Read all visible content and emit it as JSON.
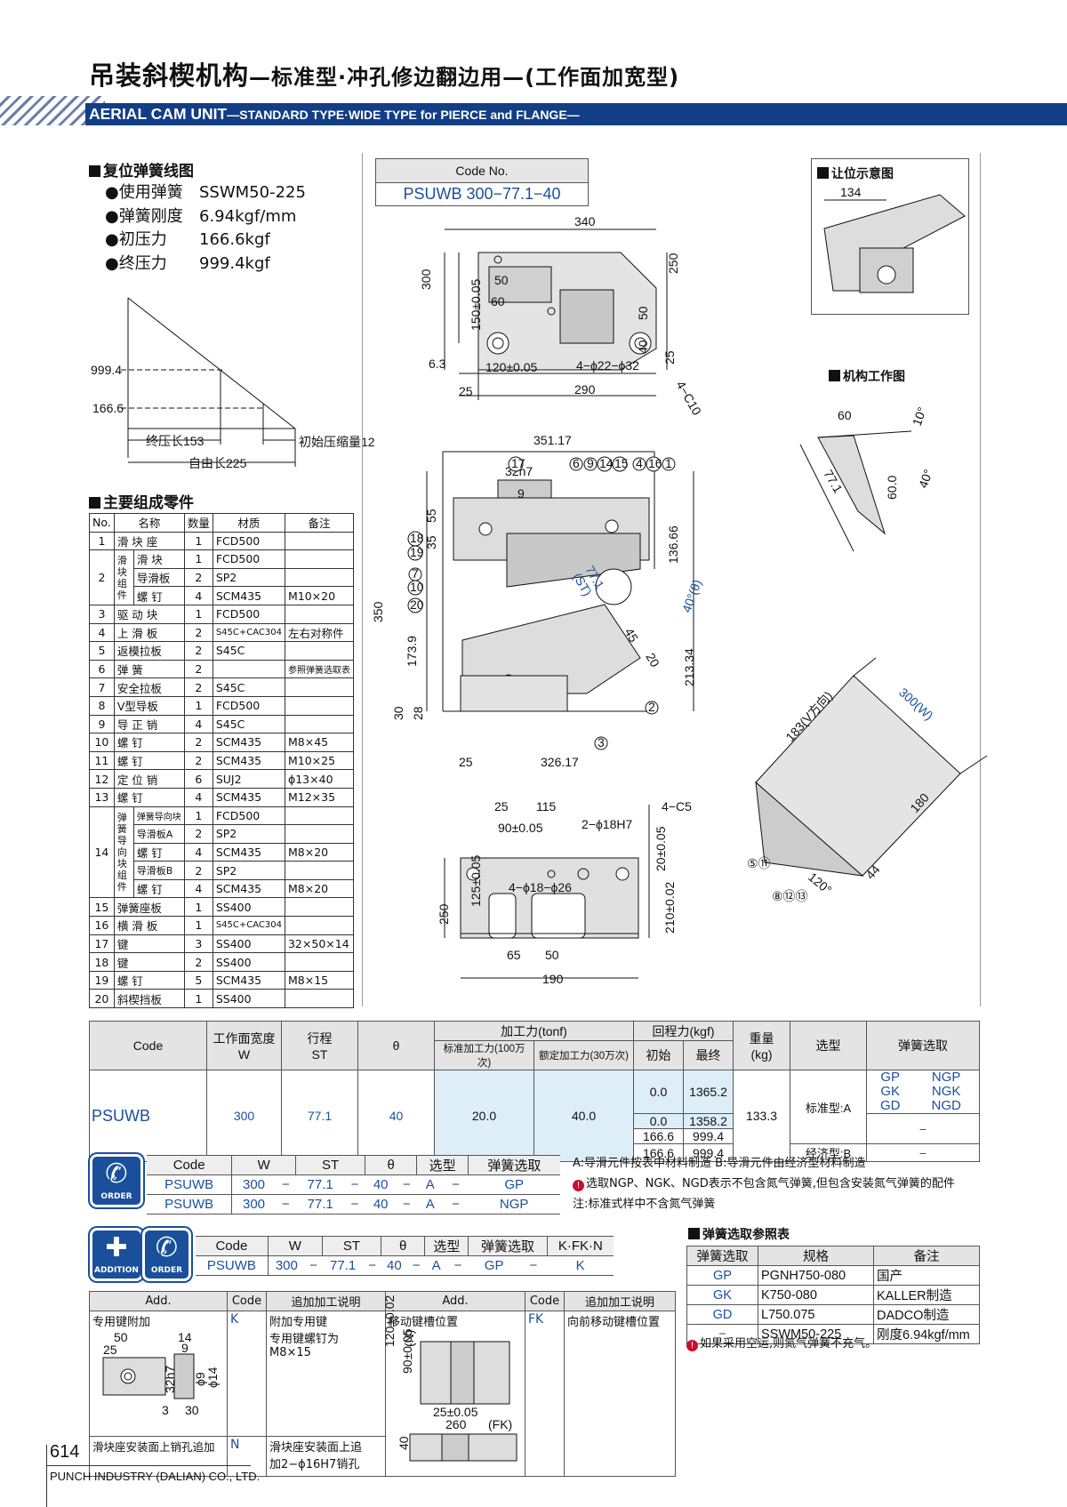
{
  "header": {
    "title_cn": "吊装斜楔机构",
    "title_cn_rest": "—标准型·冲孔修边翻边用—(工作面加宽型)",
    "title_en": "AERIAL CAM UNIT",
    "title_en_rest": "—STANDARD TYPE·WIDE TYPE for PIERCE and FLANGE—"
  },
  "spring_section": {
    "title": "复位弹簧线图",
    "items": [
      {
        "k": "●使用弹簧",
        "v": "SSWM50-225"
      },
      {
        "k": "●弹簧刚度",
        "v": "6.94kgf/mm"
      },
      {
        "k": "●初压力",
        "v": "166.6kgf"
      },
      {
        "k": "●终压力",
        "v": "999.4kgf"
      }
    ],
    "graph": {
      "y1": "999.4",
      "y2": "166.6",
      "l1": "终压长153",
      "l2": "初始压缩量12",
      "l3": "自由长225"
    }
  },
  "parts_section": {
    "title": "主要组成零件",
    "headers": [
      "No.",
      "名称",
      "数量",
      "材质",
      "备注"
    ],
    "rows": [
      [
        "1",
        "滑 块 座",
        "1",
        "FCD500",
        ""
      ],
      [
        "2",
        "滑  块",
        "1",
        "FCD500",
        ""
      ],
      [
        "",
        "导滑板",
        "2",
        "SP2",
        ""
      ],
      [
        "",
        "螺  钉",
        "4",
        "SCM435",
        "M10×20"
      ],
      [
        "3",
        "驱 动 块",
        "1",
        "FCD500",
        ""
      ],
      [
        "4",
        "上 滑 板",
        "2",
        "S45C+CAC304",
        "左右对称件"
      ],
      [
        "5",
        "返模拉板",
        "2",
        "S45C",
        ""
      ],
      [
        "6",
        "弹   簧",
        "2",
        "",
        "参照弹簧选取表"
      ],
      [
        "7",
        "安全拉板",
        "2",
        "S45C",
        ""
      ],
      [
        "8",
        "V型导板",
        "1",
        "FCD500",
        ""
      ],
      [
        "9",
        "导 正 销",
        "4",
        "S45C",
        ""
      ],
      [
        "10",
        "螺   钉",
        "2",
        "SCM435",
        "M8×45"
      ],
      [
        "11",
        "螺   钉",
        "2",
        "SCM435",
        "M10×25"
      ],
      [
        "12",
        "定 位 销",
        "6",
        "SUJ2",
        "ϕ13×40"
      ],
      [
        "13",
        "螺   钉",
        "4",
        "SCM435",
        "M12×35"
      ],
      [
        "14",
        "弹簧导向块",
        "1",
        "FCD500",
        ""
      ],
      [
        "",
        "导滑板A",
        "2",
        "SP2",
        ""
      ],
      [
        "",
        "螺  钉",
        "4",
        "SCM435",
        "M8×20"
      ],
      [
        "",
        "导滑板B",
        "2",
        "SP2",
        ""
      ],
      [
        "",
        "螺  钉",
        "4",
        "SCM435",
        "M8×20"
      ],
      [
        "15",
        "弹簧座板",
        "1",
        "SS400",
        ""
      ],
      [
        "16",
        "横 滑 板",
        "1",
        "S45C+CAC304",
        ""
      ],
      [
        "17",
        "键",
        "3",
        "SS400",
        "32×50×14"
      ],
      [
        "18",
        "键",
        "2",
        "SS400",
        ""
      ],
      [
        "19",
        "螺   钉",
        "5",
        "SCM435",
        "M8×15"
      ],
      [
        "20",
        "斜楔挡板",
        "1",
        "SS400",
        ""
      ]
    ],
    "group2": "滑块组件",
    "group14": "弹簧导向块组件"
  },
  "code_no": {
    "label": "Code No.",
    "value": "PSUWB 300−77.1−40"
  },
  "drawing": {
    "top_w": "340",
    "h300": "300",
    "h150": "150±0.05",
    "d50": "50",
    "d60": "60",
    "d250": "250",
    "d50b": "50",
    "d40": "40",
    "d25": "25",
    "d120": "120±0.05",
    "holes": "4−ϕ22−ϕ32",
    "c10": "4−C10",
    "d25b": "25",
    "d290": "290",
    "mid_w": "351.17",
    "d32h7": "32h7",
    "d9": "9",
    "d55": "55",
    "d35": "35",
    "d136": "136.66",
    "d350": "350",
    "d213": "213.34",
    "d173": "173.9",
    "d30": "30",
    "d28": "28",
    "d326": "326.17",
    "d25c": "25",
    "st": "77.1",
    "st2": "(ST)",
    "ang": "40°(θ)",
    "d45": "45",
    "d20": "20",
    "balloons_top": [
      "17",
      "6",
      "9",
      "14",
      "15",
      "4",
      "16",
      "1"
    ],
    "balloons_left": [
      "18",
      "19",
      "7",
      "10",
      "20"
    ],
    "b2": "2",
    "b3": "3",
    "bot_25": "25",
    "bot_115": "115",
    "bot_c5": "4−C5",
    "bot_90": "90±0.05",
    "bot_pin": "2−ϕ18H7",
    "bot_20": "20±0.05",
    "bot_holes": "4−ϕ18−ϕ26",
    "bot_250": "250",
    "bot_125": "125±0.05",
    "bot_210": "210±0.02",
    "bot_65": "65",
    "bot_50": "50",
    "bot_190": "190",
    "r63": "6.3"
  },
  "clearance": {
    "title": "让位示意图",
    "d134": "134"
  },
  "mech": {
    "title": "机构工作图",
    "d60": "60",
    "d10": "10°",
    "d771": "77.1",
    "d600": "60.0",
    "d40": "40°",
    "d183": "183(V方向)",
    "d300w": "300(W)",
    "d180": "180",
    "d44": "44",
    "d120": "120°",
    "b1": "⑤⑪",
    "b2": "⑧⑫⑬"
  },
  "spec": {
    "h_code": "Code",
    "h_w": "工作面宽度",
    "h_w2": "W",
    "h_st": "行程",
    "h_st2": "ST",
    "h_th": "θ",
    "h_force": "加工力(tonf)",
    "h_f1": "标准加工力(100万次)",
    "h_f2": "额定加工力(30万次)",
    "h_ret": "回程力(kgf)",
    "h_r1": "初始",
    "h_r2": "最终",
    "h_wt": "重量",
    "h_wt2": "(kg)",
    "h_type": "选型",
    "h_spring": "弹簧选取",
    "code": "PSUWB",
    "w": "300",
    "st": "77.1",
    "th": "40",
    "f1": "20.0",
    "f2": "40.0",
    "ret": [
      [
        "0.0",
        "1365.2"
      ],
      [
        "0.0",
        "1358.2"
      ],
      [
        "166.6",
        "999.4"
      ],
      [
        "166.6",
        "999.4"
      ]
    ],
    "wt": "133.3",
    "type_a": "标准型:A",
    "type_b": "经济型:B",
    "spr": [
      [
        "GP",
        "NGP"
      ],
      [
        "GK",
        "NGK"
      ],
      [
        "GD",
        "NGD"
      ],
      [
        "−",
        ""
      ],
      [
        "−",
        ""
      ]
    ]
  },
  "order1": {
    "icon": "ORDER",
    "headers": [
      "Code",
      "W",
      "ST",
      "θ",
      "选型",
      "弹簧选取"
    ],
    "rows": [
      [
        "PSUWB",
        "300",
        "−",
        "77.1",
        "−",
        "40",
        "−",
        "A",
        "−",
        "GP"
      ],
      [
        "PSUWB",
        "300",
        "−",
        "77.1",
        "−",
        "40",
        "−",
        "A",
        "−",
        "NGP"
      ]
    ]
  },
  "notes": {
    "n1": "A:导滑元件按表中材料制造  B:导滑元件由经济型材料制造",
    "n2": "选取NGP、NGK、NGD表示不包含氮气弹簧,但包含安装氮气弹簧的配件",
    "n3": "注:标准式样中不含氮气弹簧",
    "n4": "如果采用空运,则氮气弹簧不充气。"
  },
  "order2": {
    "icon1": "ADDITION",
    "icon2": "ORDER",
    "headers": [
      "Code",
      "W",
      "ST",
      "θ",
      "选型",
      "弹簧选取",
      "K·FK·N"
    ],
    "row": [
      "PSUWB",
      "300",
      "−",
      "77.1",
      "−",
      "40",
      "−",
      "A",
      "−",
      "GP",
      "−",
      "K"
    ]
  },
  "spring_table": {
    "title": "弹簧选取参照表",
    "headers": [
      "弹簧选取",
      "规格",
      "备注"
    ],
    "rows": [
      [
        "GP",
        "PGNH750-080",
        "国产"
      ],
      [
        "GK",
        "K750-080",
        "KALLER制造"
      ],
      [
        "GD",
        "L750.075",
        "DADCO制造"
      ],
      [
        "−",
        "SSWM50-225",
        "刚度6.94kgf/mm"
      ]
    ]
  },
  "add_table": {
    "headers": [
      "Add.",
      "Code",
      "追加加工说明",
      "Add.",
      "Code",
      "追加加工说明"
    ],
    "r1": {
      "a1": "专用键附加",
      "c1": "K",
      "e1": "附加专用键\n专用键螺钉为\nM8×15",
      "a2": "移动键槽位置",
      "c2": "FK",
      "e2": "向前移动键槽位置"
    },
    "r2": {
      "a1": "滑块座安装面上销孔追加",
      "c1": "N",
      "e1": "滑块座安装面上追\n加2−ϕ16H7销孔"
    },
    "k_dims": {
      "d50": "50",
      "d14": "14",
      "d25": "25",
      "d9": "9",
      "d32": "32h7",
      "d3": "3",
      "d30": "30",
      "p9": "ϕ9",
      "p14": "ϕ14"
    },
    "fk_dims": {
      "d90": "90±0.05",
      "d120": "120±0.02",
      "n": "(N)",
      "d25": "25±0.05",
      "d260": "260",
      "fk": "(FK)",
      "d40": "40"
    }
  },
  "footer": {
    "page": "614",
    "company": "PUNCH INDUSTRY (DALIAN) CO., LTD."
  }
}
